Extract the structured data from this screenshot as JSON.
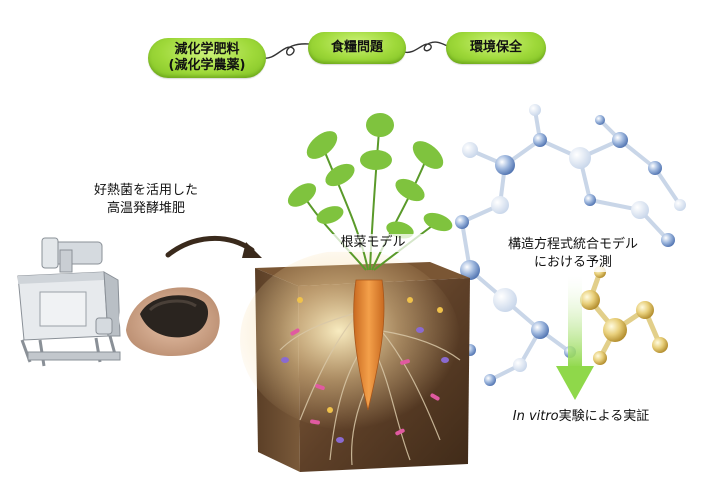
{
  "pills": {
    "left_line1": "減化学肥料",
    "left_line2": "(減化学農薬)",
    "middle": "食糧問題",
    "right": "環境保全"
  },
  "labels": {
    "compost_line1": "好熱菌を活用した",
    "compost_line2": "高温発酵堆肥",
    "root_model": "根菜モデル",
    "sem_line1": "構造方程式統合モデル",
    "sem_line2": "における予測",
    "invitro_italic": "In vitro",
    "invitro_rest": "実験による実証"
  },
  "colors": {
    "pill_green": "#9fd93a",
    "arrow_green": "#8fd84a",
    "carrot_orange": "#e8893a",
    "soil_brown": "#6b4a2e"
  }
}
